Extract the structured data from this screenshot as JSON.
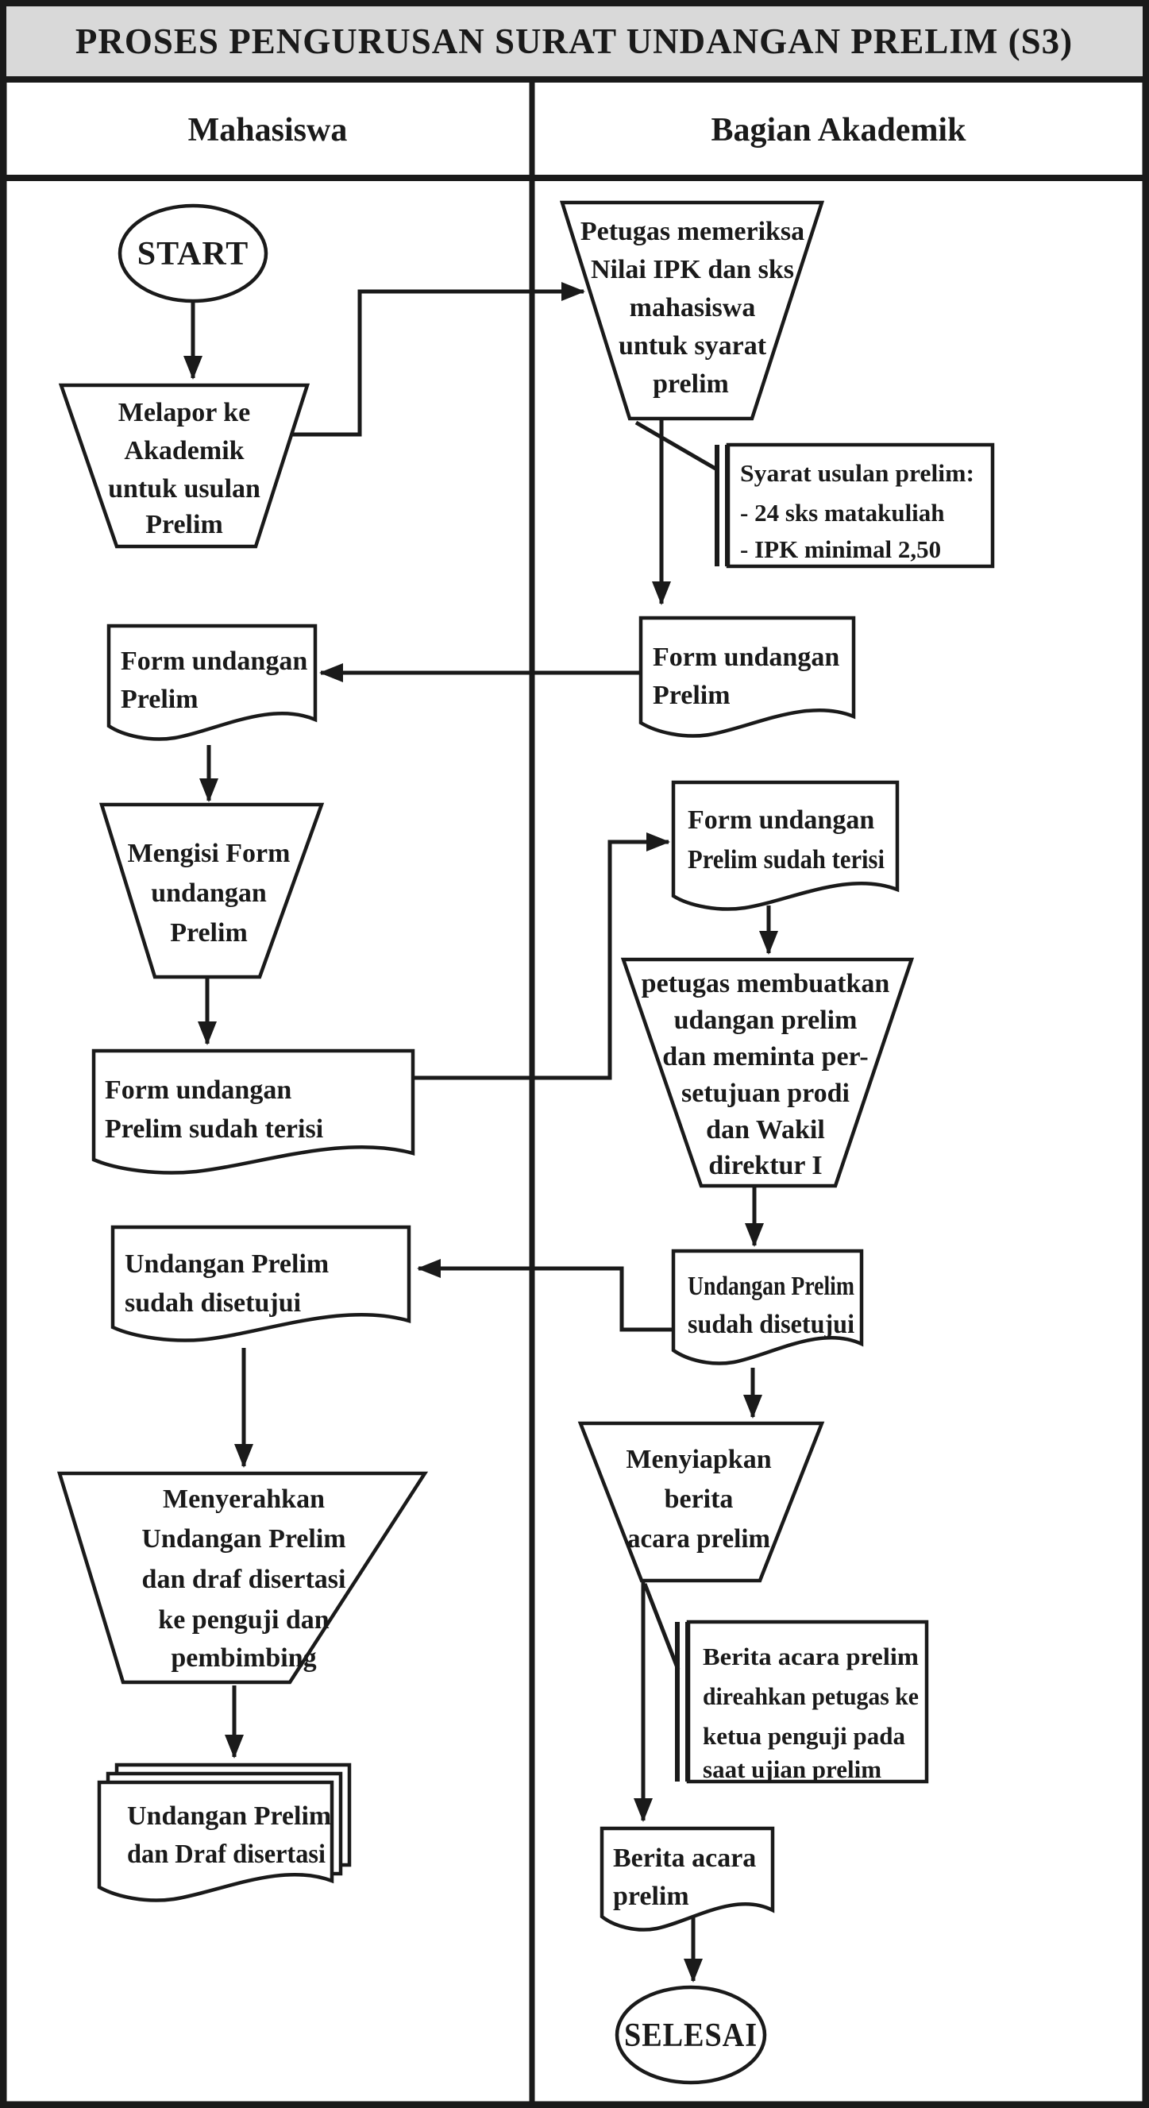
{
  "title": "PROSES PENGURUSAN SURAT UNDANGAN PRELIM (S3)",
  "columns": {
    "left": "Mahasiswa",
    "right": "Bagian Akademik"
  },
  "colors": {
    "ink": "#1a1a1a",
    "title-bg": "#d9d9d9",
    "paper": "#ffffff"
  },
  "nodes": {
    "start": {
      "type": "terminator",
      "label": "START"
    },
    "melapor": {
      "type": "process",
      "lines": [
        "Melapor ke",
        "Akademik",
        "untuk usulan",
        "Prelim"
      ]
    },
    "petugas_memeriksa": {
      "type": "process",
      "lines": [
        "Petugas memeriksa",
        "Nilai IPK dan sks",
        "mahasiswa",
        "untuk syarat",
        "prelim"
      ]
    },
    "syarat_note": {
      "type": "annotation",
      "lines": [
        "Syarat usulan prelim:",
        "- 24 sks matakuliah",
        "- IPK minimal 2,50"
      ]
    },
    "form_akademik": {
      "type": "document",
      "lines": [
        "Form undangan",
        "Prelim"
      ]
    },
    "form_mahasiswa": {
      "type": "document",
      "lines": [
        "Form undangan",
        "Prelim"
      ]
    },
    "mengisi": {
      "type": "process",
      "lines": [
        "Mengisi Form",
        "undangan",
        "Prelim"
      ]
    },
    "terisi_mahasiswa": {
      "type": "document",
      "lines": [
        "Form undangan",
        "Prelim sudah terisi"
      ]
    },
    "terisi_akademik": {
      "type": "document",
      "lines": [
        "Form undangan",
        "Prelim sudah terisi"
      ]
    },
    "membuatkan": {
      "type": "process",
      "lines": [
        "petugas membuatkan",
        "udangan prelim",
        "dan meminta per-",
        "setujuan prodi",
        "dan Wakil",
        "direktur I"
      ]
    },
    "disetujui_akademik": {
      "type": "document",
      "lines": [
        "Undangan Prelim",
        "sudah disetujui"
      ]
    },
    "disetujui_mahasiswa": {
      "type": "document",
      "lines": [
        "Undangan Prelim",
        "sudah disetujui"
      ]
    },
    "menyerahkan": {
      "type": "process",
      "lines": [
        "Menyerahkan",
        "Undangan Prelim",
        "dan draf disertasi",
        "ke penguji dan",
        "pembimbing"
      ]
    },
    "undangan_draf": {
      "type": "multi-document",
      "lines": [
        "Undangan Prelim",
        "dan Draf disertasi"
      ]
    },
    "menyiapkan": {
      "type": "process",
      "lines": [
        "Menyiapkan",
        "berita",
        "acara prelim"
      ]
    },
    "berita_note": {
      "type": "annotation",
      "lines": [
        "Berita acara prelim",
        "direahkan petugas ke",
        "ketua penguji pada",
        "saat ujian prelim"
      ]
    },
    "berita_acara": {
      "type": "document",
      "lines": [
        "Berita acara",
        "prelim"
      ]
    },
    "selesai": {
      "type": "terminator",
      "label": "SELESAI"
    }
  }
}
